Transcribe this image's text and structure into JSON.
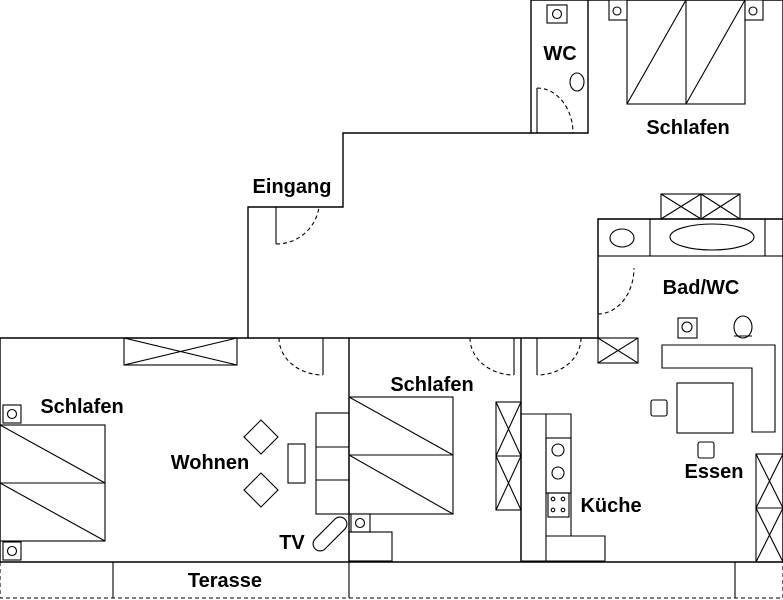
{
  "plan": {
    "colors": {
      "line": "#000000",
      "background": "#ffffff"
    },
    "labels": {
      "wc": "WC",
      "schlafen_top": "Schlafen",
      "eingang": "Eingang",
      "bad_wc": "Bad/WC",
      "schlafen_left": "Schlafen",
      "schlafen_mid": "Schlafen",
      "wohnen": "Wohnen",
      "tv": "TV",
      "kueche": "Küche",
      "essen": "Essen",
      "terasse": "Terasse"
    }
  }
}
